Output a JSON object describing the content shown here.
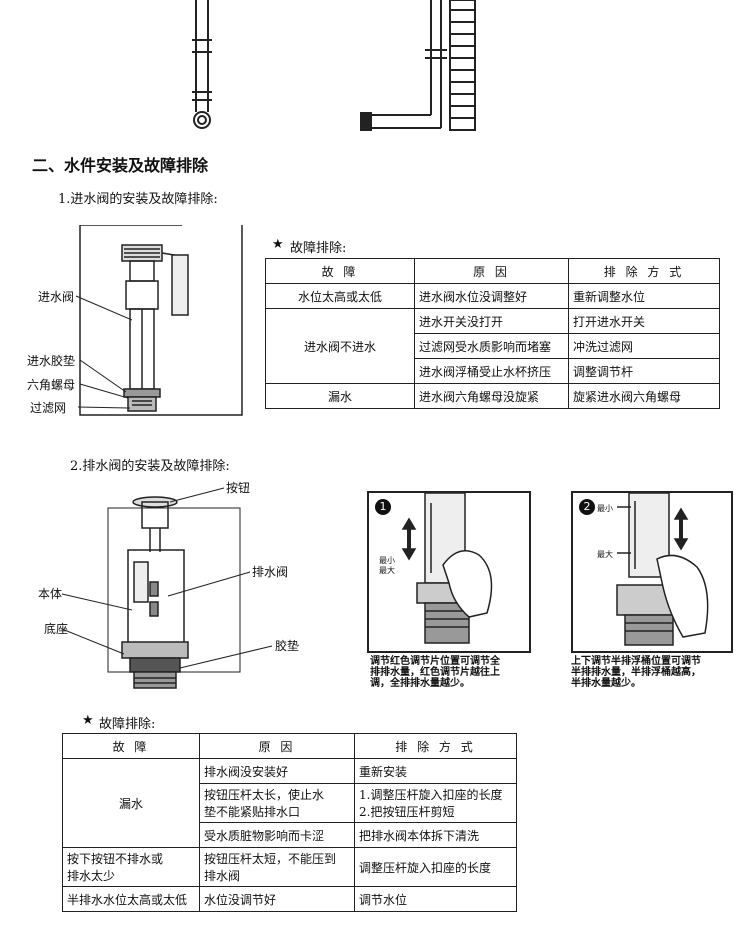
{
  "section_title": "二、水件安装及故障排除",
  "inlet": {
    "heading": "1.进水阀的安装及故障排除:",
    "labels": [
      "进水阀",
      "进水胶垫",
      "六角螺母",
      "过滤网"
    ],
    "trouble_title": "故障排除:",
    "headers": [
      "故 障",
      "原 因",
      "排 除 方 式"
    ],
    "rows": [
      {
        "fault": "水位太高或太低",
        "cause": "进水阀水位没调整好",
        "fix": "重新调整水位"
      },
      {
        "fault": "进水阀不进水",
        "cause": "进水开关没打开",
        "fix": "打开进水开关"
      },
      {
        "fault": "",
        "cause": "过滤网受水质影响而堵塞",
        "fix": "冲洗过滤网"
      },
      {
        "fault": "",
        "cause": "进水阀浮桶受止水杯挤压",
        "fix": "调整调节杆"
      },
      {
        "fault": "漏水",
        "cause": "进水阀六角螺母没旋紧",
        "fix": "旋紧进水阀六角螺母"
      }
    ]
  },
  "drain": {
    "heading": "2.排水阀的安装及故障排除:",
    "labels": [
      "按钮",
      "排水阀",
      "本体",
      "底座",
      "胶垫"
    ],
    "panel1": {
      "num": "1",
      "tick_min": "最小",
      "tick_max": "最大",
      "caption": [
        "调节红色调节片位置可调节全",
        "排排水量，红色调节片越往上",
        "调，全排排水量越少。"
      ]
    },
    "panel2": {
      "num": "2",
      "tick_min": "最小",
      "tick_max": "最大",
      "caption": [
        "上下调节半排浮桶位置可调节",
        "半排排水量，半排浮桶越高，",
        "半排水量越少。"
      ]
    },
    "trouble_title": "故障排除:",
    "headers": [
      "故 障",
      "原 因",
      "排 除 方 式"
    ],
    "rows": [
      {
        "fault": "漏水",
        "cause": [
          "排水阀没安装好"
        ],
        "fix": [
          "重新安装"
        ]
      },
      {
        "fault": "",
        "cause": [
          "按钮压杆太长，使止水",
          "垫不能紧贴排水口"
        ],
        "fix": [
          "1.调整压杆旋入扣座的长度",
          "2.把按钮压杆剪短"
        ]
      },
      {
        "fault": "",
        "cause": [
          "受水质脏物影响而卡涩"
        ],
        "fix": [
          "把排水阀本体拆下清洗"
        ]
      },
      {
        "fault": [
          "按下按钮不排水或",
          "排水太少"
        ],
        "cause": [
          "按钮压杆太短，不能压到",
          "排水阀"
        ],
        "fix": [
          "调整压杆旋入扣座的长度"
        ]
      },
      {
        "fault": [
          "半排水水位太高或太低"
        ],
        "cause": [
          "水位没调节好"
        ],
        "fix": [
          "调节水位"
        ]
      }
    ]
  }
}
